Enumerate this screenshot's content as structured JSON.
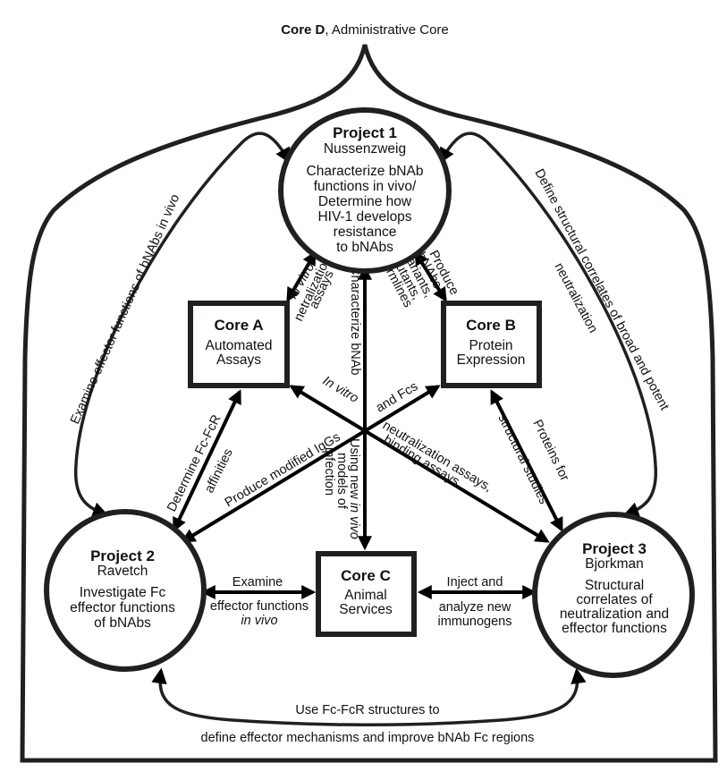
{
  "colors": {
    "stroke": "#231f20",
    "text": "#111111",
    "background": "#ffffff"
  },
  "header": {
    "title_bold": "Core D",
    "title_rest": ", Administrative Core"
  },
  "nodes": {
    "project1": {
      "title": "Project 1",
      "lead": "Nussenzweig",
      "desc": [
        "Characterize bNAb",
        "functions in vivo/",
        "Determine how",
        "HIV-1 develops",
        "resistance",
        "to bNAbs"
      ]
    },
    "project2": {
      "title": "Project 2",
      "lead": "Ravetch",
      "desc": [
        "Investigate Fc",
        "effector functions",
        "of bNAbs"
      ]
    },
    "project3": {
      "title": "Project 3",
      "lead": "Bjorkman",
      "desc": [
        "Structural",
        "correlates of",
        "neutralization and",
        "effector functions"
      ]
    },
    "coreA": {
      "title": "Core A",
      "desc": [
        "Automated",
        "Assays"
      ]
    },
    "coreB": {
      "title": "Core B",
      "desc": [
        "Protein",
        "Expression"
      ]
    },
    "coreC": {
      "title": "Core C",
      "desc": [
        "Animal",
        "Services"
      ]
    }
  },
  "edges": {
    "p1_p2_outer": "Examine effector functions of bNAbs in vivo",
    "p1_p3_outer": [
      "Define structural correlates of broad and potent",
      "neutralization"
    ],
    "p1_coreA": [
      "In vitro",
      "netralization",
      "assays"
    ],
    "p1_coreB": [
      "Produce",
      "bNAbs",
      "variants,",
      "mutants,",
      "germlines"
    ],
    "p1_coreC": [
      "Characterize bNAb",
      "Using new in vivo",
      "models of",
      "infection"
    ],
    "coreA_p3": [
      "In vitro",
      "neutralization assays,",
      "binding assays"
    ],
    "coreB_p2": [
      "and Fcs",
      "Produce modified IgGs"
    ],
    "coreA_p2": [
      "Determine Fc-FcR",
      "affinities"
    ],
    "coreB_p3": [
      "Proteins for",
      "structural studies"
    ],
    "p2_coreC": [
      "Examine",
      "effector functions",
      "in vivo"
    ],
    "coreC_p3": [
      "Inject and",
      "analyze new",
      "immunogens"
    ],
    "p2_p3_bottom": [
      "Use Fc-FcR structures to",
      "define effector mechanisms and improve bNAb Fc regions"
    ]
  }
}
